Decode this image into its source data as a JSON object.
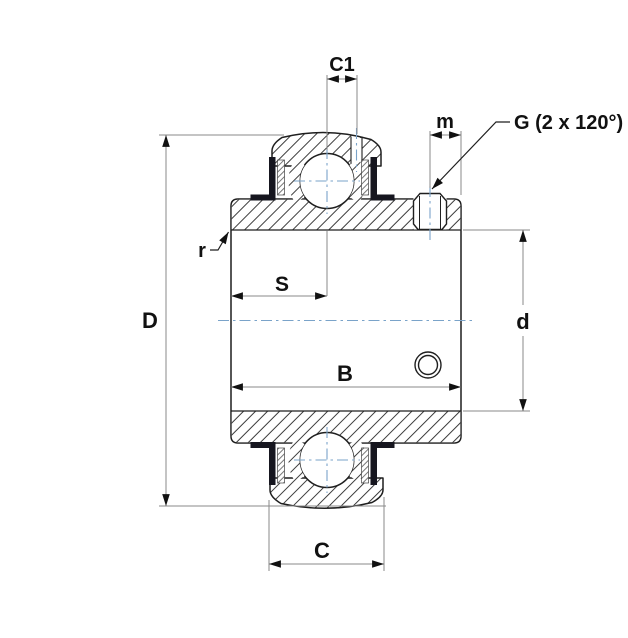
{
  "drawing": {
    "labels": {
      "c1": "C1",
      "m": "m",
      "g_thread": "G (2 x 120°)",
      "r_fillet": "r",
      "s_offset": "S",
      "outer_diameter": "D",
      "bore_diameter": "d",
      "inner_ring_width": "B",
      "outer_ring_width": "C"
    },
    "colors": {
      "outline": "#1f1f1f",
      "centerline": "#7aa3c9",
      "dimension": "#8a8a8a",
      "label": "#111111",
      "seal": "#16161f"
    }
  }
}
